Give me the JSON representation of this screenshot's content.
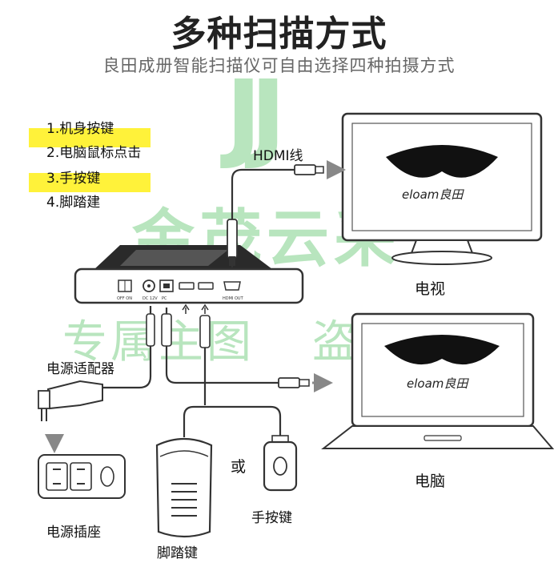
{
  "header": {
    "title": "多种扫描方式",
    "subtitle": "良田成册智能扫描仪可自由选择四种拍摄方式"
  },
  "modes": [
    {
      "label": "1.机身按键",
      "highlighted": true
    },
    {
      "label": "2.电脑鼠标点击",
      "highlighted": false
    },
    {
      "label": "3.手按键",
      "highlighted": true
    },
    {
      "label": "4.脚踏建",
      "highlighted": false
    }
  ],
  "labels": {
    "hdmi_cable": "HDMI线",
    "tv": "电视",
    "computer": "电脑",
    "power_adapter": "电源适配器",
    "power_socket": "电源插座",
    "or": "或",
    "hand_button": "手按键",
    "foot_pedal": "脚踏键"
  },
  "device_ports": {
    "switch": "OFF  ON",
    "dc": "DC 12V",
    "pc": "PC",
    "hdmi_out": "HDMI OUT"
  },
  "screen_brand": "eloam良田",
  "watermarks": {
    "logo": "JJ",
    "line1": "金茂云采",
    "line2": "专属主图",
    "line3": "盗图必究"
  },
  "colors": {
    "highlight": "#fff23a",
    "watermark": "#7fd08a",
    "line": "#333333",
    "arrow": "#888888"
  }
}
